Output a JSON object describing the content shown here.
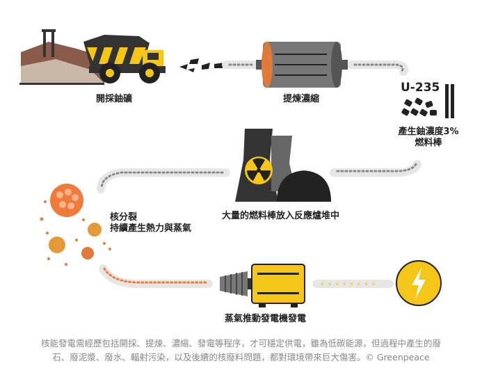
{
  "steps": {
    "mining": "開採鈾礦",
    "enrichment": "提煉濃縮",
    "isotope": "U-235",
    "fuel_line1": "產生鈾濃度3%",
    "fuel_line2": "燃料棒",
    "reactor": "大量的燃料棒放入反應爐堆中",
    "fission_line1": "核分裂",
    "fission_line2": "持續產生熱力與蒸氣",
    "generator": "蒸氣推動發電機發電"
  },
  "caption": {
    "line1": "核能發電需經歷包括開採、提煉、濃縮、發電等程序，才可穩定供電，雖為低碳能源，但過程中產生的廢",
    "line2": "石、廢泥漿、廢水、輻射污染，以及後續的核廢料問題，都對環境帶來巨大傷害。© Greenpeace"
  },
  "colors": {
    "yellow": "#f5c518",
    "dark": "#2b2b2b",
    "orange": "#f07a3a",
    "grey": "#d9d9d9"
  }
}
